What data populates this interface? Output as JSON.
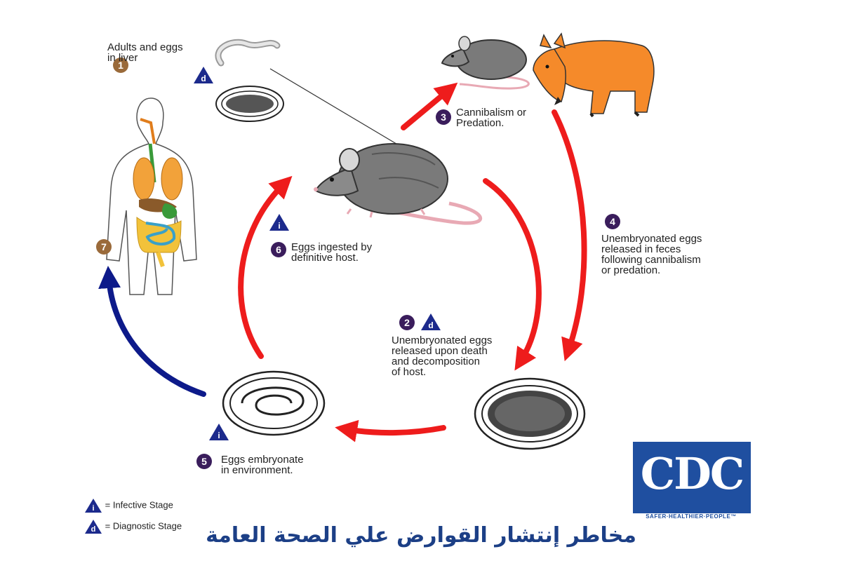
{
  "diagram": {
    "stages": [
      {
        "num": "1",
        "text": "Adults and eggs\nin liver",
        "badge_color": "#9a6a3a",
        "icon": "diagnostic-stage-icon"
      },
      {
        "num": "2",
        "text": "Unembryonated eggs\nreleased upon death\nand decomposition\nof host.",
        "badge_color": "#3a1d5c",
        "icon": "diagnostic-stage-icon"
      },
      {
        "num": "3",
        "text": "Cannibalism or\nPredation.",
        "badge_color": "#3a1d5c"
      },
      {
        "num": "4",
        "text": "Unembryonated eggs\nreleased in feces\nfollowing cannibalism\nor predation.",
        "badge_color": "#3a1d5c"
      },
      {
        "num": "5",
        "text": "Eggs embryonate\nin environment.",
        "badge_color": "#3a1d5c",
        "icon": "infective-stage-icon"
      },
      {
        "num": "6",
        "text": "Eggs ingested by\ndefinitive host.",
        "badge_color": "#3a1d5c",
        "icon": "infective-stage-icon"
      },
      {
        "num": "7",
        "text": "",
        "badge_color": "#9a6a3a"
      }
    ],
    "icon_letters": {
      "infective": "i",
      "diagnostic": "d"
    },
    "legend": {
      "infective": "= Infective Stage",
      "diagnostic": "= Diagnostic Stage"
    },
    "colors": {
      "cycle_arrow": "#ee1c1c",
      "human_arrow": "#0d1a8a",
      "triangle": "#1c2a8c",
      "fox": "#f58a2a",
      "rat": "#7a7a7a"
    }
  },
  "logo": {
    "text": "CDC",
    "tagline": "SAFER·HEALTHIER·PEOPLE™"
  },
  "caption": "مخاطر إنتشار القوارض علي الصحة العامة"
}
